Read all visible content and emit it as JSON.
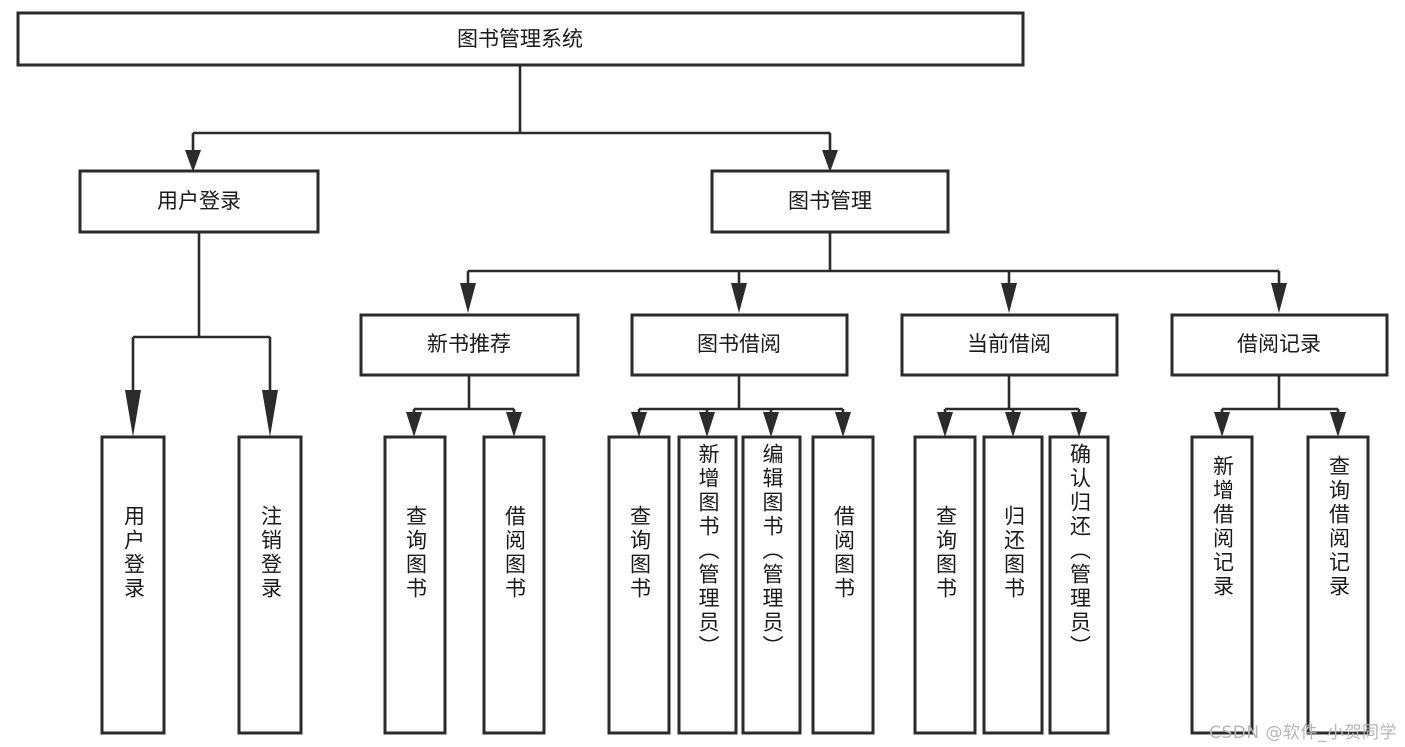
{
  "diagram": {
    "type": "tree",
    "title": "图书管理系统",
    "orientation": "top-down",
    "colors": {
      "box_fill": "#ffffff",
      "box_stroke": "#2b2b2b",
      "text": "#1a1a1a",
      "background": "#ffffff",
      "watermark": "#b6b6b6"
    },
    "root": {
      "label": "图书管理系统"
    },
    "level1": [
      {
        "label": "用户登录"
      },
      {
        "label": "图书管理"
      }
    ],
    "level2": [
      {
        "label": "新书推荐"
      },
      {
        "label": "图书借阅"
      },
      {
        "label": "当前借阅"
      },
      {
        "label": "借阅记录"
      }
    ],
    "leaves": {
      "user_login": [
        {
          "label": "用户登录"
        },
        {
          "label": "注销登录"
        }
      ],
      "new_book_recommend": [
        {
          "label": "查询图书"
        },
        {
          "label": "借阅图书"
        }
      ],
      "book_borrow": [
        {
          "label": "查询图书"
        },
        {
          "label": "新增图书（管理员）"
        },
        {
          "label": "编辑图书（管理员）"
        },
        {
          "label": "借阅图书"
        }
      ],
      "current_borrow": [
        {
          "label": "查询图书"
        },
        {
          "label": "归还图书"
        },
        {
          "label": "确认归还（管理员）"
        }
      ],
      "borrow_record": [
        {
          "label": "新增借阅记录"
        },
        {
          "label": "查询借阅记录"
        }
      ]
    }
  },
  "watermark": {
    "text": "CSDN @软件_小贺同学"
  }
}
